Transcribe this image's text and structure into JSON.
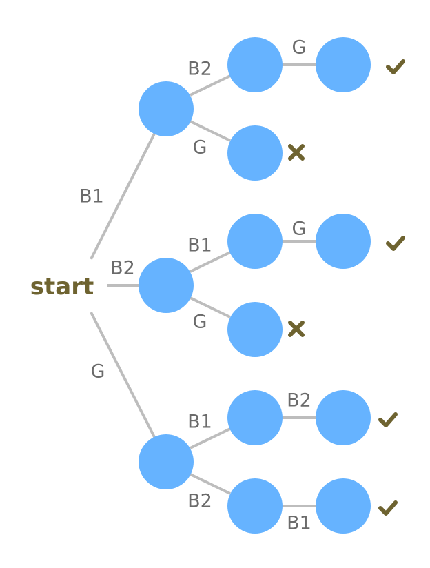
{
  "diagram": {
    "root_label": "start",
    "colors": {
      "node": "#66b3ff",
      "edge": "#bdbdbd",
      "label": "#6b6b6b",
      "accent": "#6e6330"
    },
    "branches": [
      {
        "label": "B1",
        "children": [
          {
            "label": "B2",
            "children": [
              {
                "label": "G",
                "outcome": "check-icon"
              }
            ]
          },
          {
            "label": "G",
            "outcome": "cross-icon"
          }
        ]
      },
      {
        "label": "B2",
        "children": [
          {
            "label": "B1",
            "children": [
              {
                "label": "G",
                "outcome": "check-icon"
              }
            ]
          },
          {
            "label": "G",
            "outcome": "cross-icon"
          }
        ]
      },
      {
        "label": "G",
        "children": [
          {
            "label": "B1",
            "children": [
              {
                "label": "B2",
                "outcome": "check-icon"
              }
            ]
          },
          {
            "label": "B2",
            "children": [
              {
                "label": "B1",
                "outcome": "check-icon"
              }
            ]
          }
        ]
      }
    ]
  }
}
